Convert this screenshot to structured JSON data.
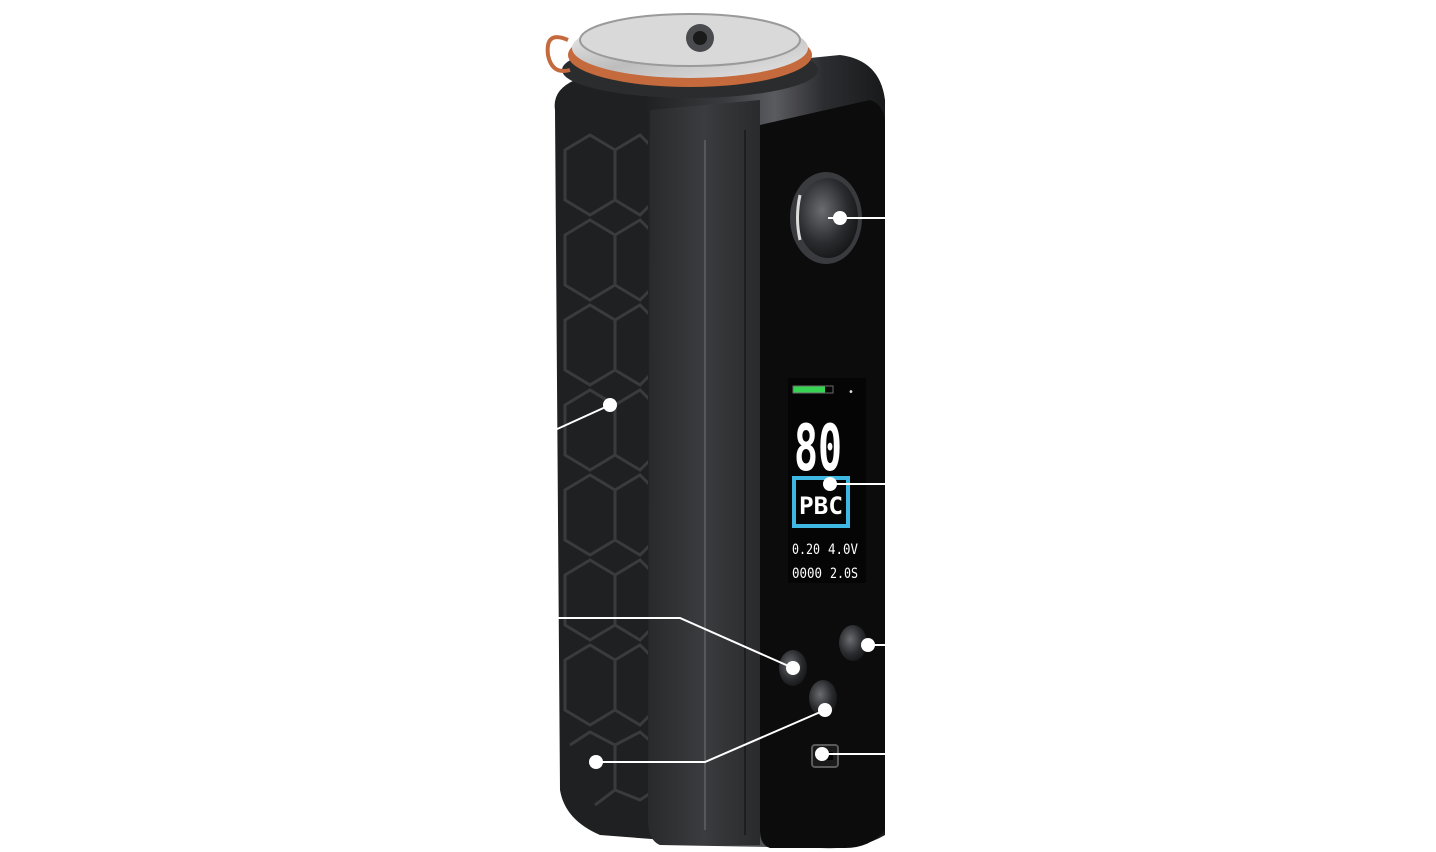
{
  "device": {
    "body_color": "#2e2f31",
    "panel_color": "#0c0c0d",
    "accent_copper": "#c56a3c",
    "callout_color": "#ffffff"
  },
  "screen": {
    "wattage": "80",
    "mode": "PBC",
    "resistance": "0.20",
    "voltage": "4.0V",
    "puffs": "0000",
    "time": "2.0S",
    "battery_level": 0.8,
    "battery_color": "#39d353",
    "mode_frame_color": "#3fb7e3"
  },
  "callouts": [
    {
      "id": "top-cap",
      "icon": "dot"
    },
    {
      "id": "fire-button",
      "icon": "dot"
    },
    {
      "id": "grip",
      "icon": "dot"
    },
    {
      "id": "screen",
      "icon": "dot"
    },
    {
      "id": "minus-button",
      "icon": "dot"
    },
    {
      "id": "plus-button",
      "icon": "dot"
    },
    {
      "id": "mode-button",
      "icon": "dot"
    },
    {
      "id": "usb-port",
      "icon": "dot"
    },
    {
      "id": "leather-wrap",
      "icon": "dot"
    }
  ]
}
